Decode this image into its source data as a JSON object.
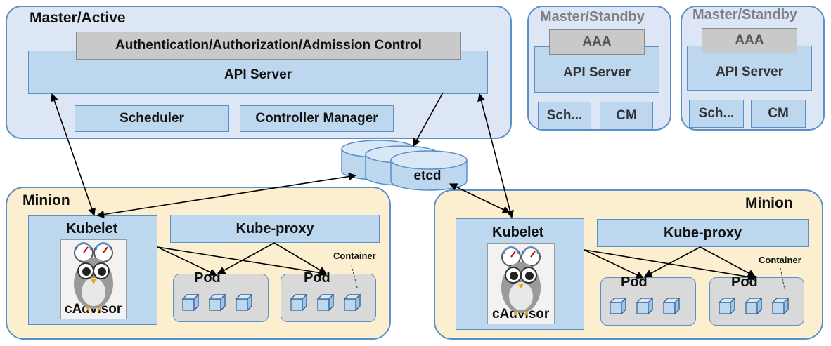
{
  "master_active": {
    "title": "Master/Active",
    "aaa_full": "Authentication/Authorization/Admission Control",
    "api_server": "API Server",
    "scheduler": "Scheduler",
    "controller_manager": "Controller Manager"
  },
  "standby_1": {
    "title": "Master/Standby",
    "aaa": "AAA",
    "api_server": "API Server",
    "sch": "Sch...",
    "cm": "CM"
  },
  "standby_2": {
    "title": "Master/Standby",
    "aaa": "AAA",
    "api_server": "API Server",
    "sch": "Sch...",
    "cm": "CM"
  },
  "etcd": {
    "label": "etcd"
  },
  "minion_left": {
    "title": "Minion",
    "kubelet": "Kubelet",
    "cadvisor": "cAdvisor",
    "kube_proxy": "Kube-proxy",
    "pod1": "Pod",
    "pod2": "Pod",
    "container_label": "Container"
  },
  "minion_right": {
    "title": "Minion",
    "kubelet": "Kubelet",
    "cadvisor": "cAdvisor",
    "kube_proxy": "Kube-proxy",
    "pod1": "Pod",
    "pod2": "Pod",
    "container_label": "Container"
  },
  "colors": {
    "master_fill": "#dde6f5",
    "minion_fill": "#fbefcf",
    "component_fill": "#bdd7ee",
    "border": "#5b8fc7",
    "aaa_fill": "#c9c9c9"
  }
}
